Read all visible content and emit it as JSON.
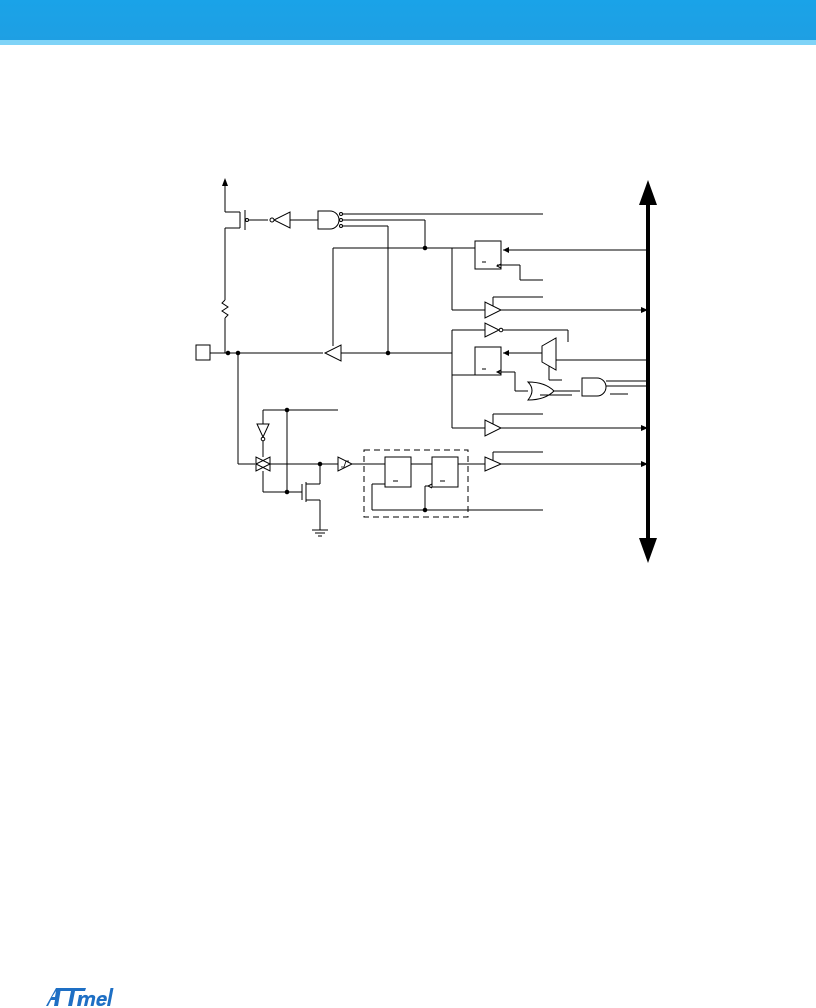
{
  "page": {
    "brand_color": "#1e9fe3",
    "stripe_color": "#7fd3f7"
  },
  "diagram": {
    "description_icon": "port-pin-schematic",
    "bus_arrow": "bidirectional-data-bus-arrow"
  },
  "footer": {
    "logo_text": "Atmel",
    "logo_color": "#1e6fc4"
  }
}
